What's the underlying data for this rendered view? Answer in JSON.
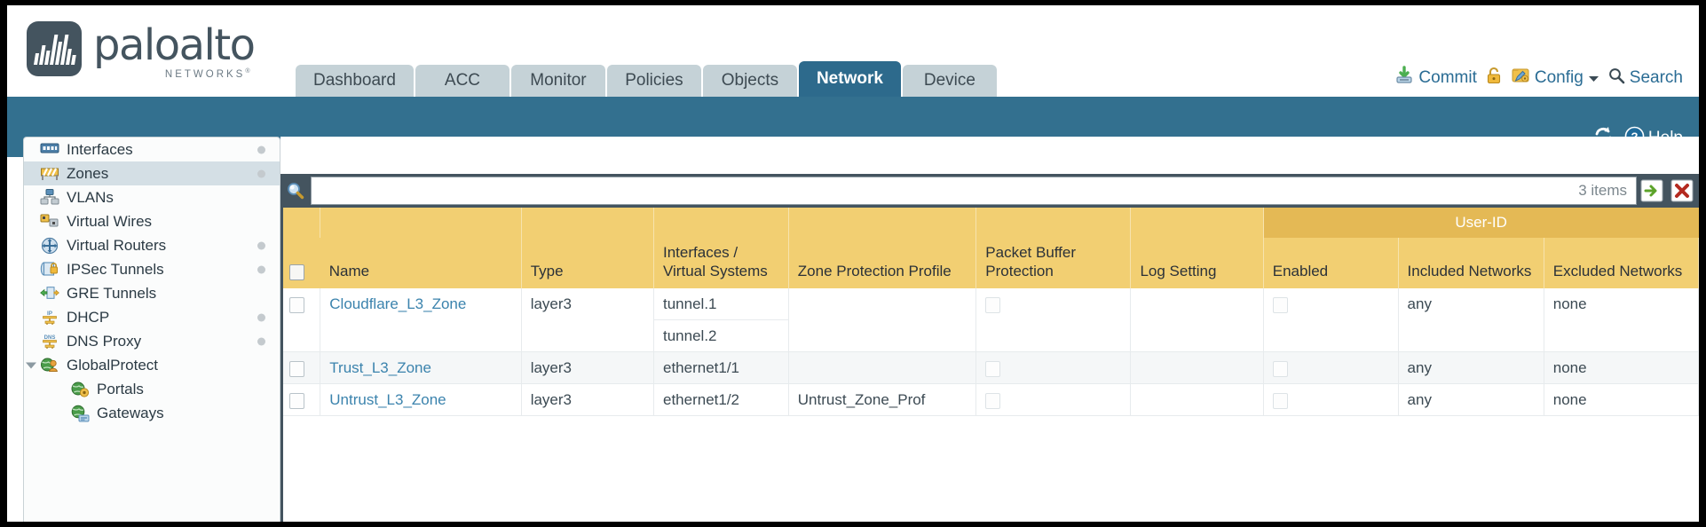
{
  "brand": {
    "word": "paloalto",
    "sub": "NETWORKS",
    "sub_mark": "®"
  },
  "nav": {
    "tabs": [
      {
        "label": "Dashboard",
        "active": false
      },
      {
        "label": "ACC",
        "active": false
      },
      {
        "label": "Monitor",
        "active": false
      },
      {
        "label": "Policies",
        "active": false
      },
      {
        "label": "Objects",
        "active": false
      },
      {
        "label": "Network",
        "active": true
      },
      {
        "label": "Device",
        "active": false
      }
    ]
  },
  "top_actions": {
    "commit": "Commit",
    "config": "Config",
    "search": "Search",
    "lock_icon": "padlock-icon",
    "commit_icon": "commit-save-icon",
    "config_icon": "config-wrench-icon",
    "search_icon": "magnifier-icon",
    "dropdown_icon": "chevron-down-icon"
  },
  "bluebar": {
    "refresh_icon": "refresh-icon",
    "help_label": "Help",
    "help_icon": "question-circle-icon"
  },
  "sidebar": {
    "items": [
      {
        "label": "Interfaces",
        "icon": "interfaces-icon",
        "dot": true,
        "selected": false,
        "child": false,
        "caret": false
      },
      {
        "label": "Zones",
        "icon": "zones-icon",
        "dot": true,
        "selected": true,
        "child": false,
        "caret": false
      },
      {
        "label": "VLANs",
        "icon": "vlans-icon",
        "dot": false,
        "selected": false,
        "child": false,
        "caret": false
      },
      {
        "label": "Virtual Wires",
        "icon": "virtual-wires-icon",
        "dot": false,
        "selected": false,
        "child": false,
        "caret": false
      },
      {
        "label": "Virtual Routers",
        "icon": "virtual-routers-icon",
        "dot": true,
        "selected": false,
        "child": false,
        "caret": false
      },
      {
        "label": "IPSec Tunnels",
        "icon": "ipsec-tunnels-icon",
        "dot": true,
        "selected": false,
        "child": false,
        "caret": false
      },
      {
        "label": "GRE Tunnels",
        "icon": "gre-tunnels-icon",
        "dot": false,
        "selected": false,
        "child": false,
        "caret": false
      },
      {
        "label": "DHCP",
        "icon": "dhcp-icon",
        "dot": true,
        "selected": false,
        "child": false,
        "caret": false
      },
      {
        "label": "DNS Proxy",
        "icon": "dns-proxy-icon",
        "dot": true,
        "selected": false,
        "child": false,
        "caret": false
      },
      {
        "label": "GlobalProtect",
        "icon": "globalprotect-icon",
        "dot": false,
        "selected": false,
        "child": false,
        "caret": true
      },
      {
        "label": "Portals",
        "icon": "portals-icon",
        "dot": false,
        "selected": false,
        "child": true,
        "caret": false
      },
      {
        "label": "Gateways",
        "icon": "gateways-icon",
        "dot": false,
        "selected": false,
        "child": true,
        "caret": false
      }
    ]
  },
  "search": {
    "value": "",
    "placeholder": "",
    "item_count": "3 items",
    "icon": "magnifier-icon",
    "apply_icon": "green-arrow-right-icon",
    "clear_icon": "red-x-icon"
  },
  "table": {
    "group_header": {
      "label": "User-ID",
      "span": 3
    },
    "columns": [
      {
        "key": "check",
        "label": ""
      },
      {
        "key": "name",
        "label": "Name"
      },
      {
        "key": "type",
        "label": "Type"
      },
      {
        "key": "ifaces",
        "label": "Interfaces / Virtual Systems"
      },
      {
        "key": "zpp",
        "label": "Zone Protection Profile"
      },
      {
        "key": "pbp",
        "label": "Packet Buffer Protection"
      },
      {
        "key": "logset",
        "label": "Log Setting"
      },
      {
        "key": "enabled",
        "label": "Enabled"
      },
      {
        "key": "included",
        "label": "Included Networks"
      },
      {
        "key": "excluded",
        "label": "Excluded Networks"
      }
    ],
    "rows": [
      {
        "name": "Cloudflare_L3_Zone",
        "type": "layer3",
        "ifaces": [
          "tunnel.1",
          "tunnel.2"
        ],
        "zpp": "",
        "pbp_checked": false,
        "logset": "",
        "enabled_checked": false,
        "included": "any",
        "excluded": "none"
      },
      {
        "name": "Trust_L3_Zone",
        "type": "layer3",
        "ifaces": [
          "ethernet1/1"
        ],
        "zpp": "",
        "pbp_checked": false,
        "logset": "",
        "enabled_checked": false,
        "included": "any",
        "excluded": "none"
      },
      {
        "name": "Untrust_L3_Zone",
        "type": "layer3",
        "ifaces": [
          "ethernet1/2"
        ],
        "zpp": "Untrust_Zone_Prof",
        "pbp_checked": false,
        "logset": "",
        "enabled_checked": false,
        "included": "any",
        "excluded": "none"
      }
    ]
  },
  "colors": {
    "brand_slate": "#44545f",
    "band_blue": "#33708f",
    "active_tab": "#2d6a8c",
    "tab_grey": "#c5d2d7",
    "header_yellow": "#f2cf72",
    "group_yellow": "#e4b955",
    "link_blue": "#3b83ad",
    "sidebar_selected": "#d4dfe5"
  }
}
